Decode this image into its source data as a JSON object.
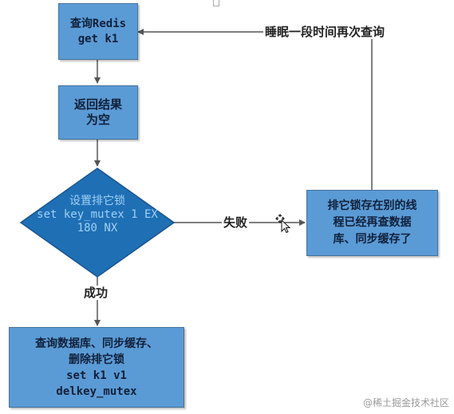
{
  "nodes": {
    "query_redis": [
      "查询Redis",
      "get k1"
    ],
    "result_empty": [
      "返回结果",
      "为空"
    ],
    "set_mutex": [
      "设置排它锁",
      "set key_mutex 1 EX",
      "180 NX"
    ],
    "other_thread": [
      "排它锁存在别的线",
      "程已经再查数据",
      "库、同步缓存了"
    ],
    "query_db": [
      "查询数据库、同步缓存、",
      "删除排它锁",
      "set k1 v1",
      "delkey_mutex"
    ]
  },
  "edges": {
    "fail": "失败",
    "success": "成功",
    "sleep_retry": "睡眠一段时间再次查询"
  },
  "watermark": "@稀土掘金技术社区",
  "colors": {
    "box_fill": "#5b9bd5",
    "box_border": "#41719c",
    "diamond_fill": "#1f6fb5",
    "line": "#555555"
  }
}
